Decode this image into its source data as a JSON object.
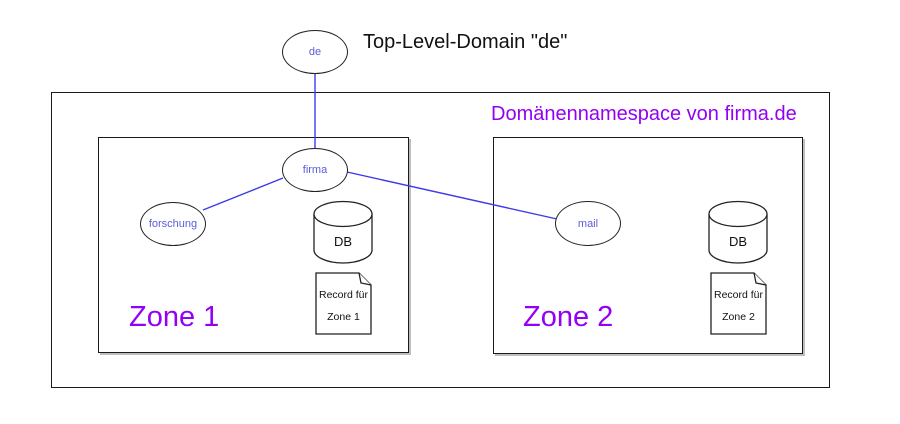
{
  "colors": {
    "node_text": "#5C5CDB",
    "connector": "#3B3BE8",
    "accent_purple": "#9400F5",
    "line_black": "#1A1A1A"
  },
  "header": {
    "tld_title": "Top-Level-Domain \"de\"",
    "namespace_title": "Domänennamespace von firma.de"
  },
  "nodes": {
    "de": {
      "label": "de"
    },
    "firma": {
      "label": "firma"
    },
    "forschung": {
      "label": "forschung"
    },
    "mail": {
      "label": "mail"
    }
  },
  "zones": {
    "zone1": {
      "label": "Zone 1",
      "db_label": "DB",
      "record_line1": "Record für",
      "record_line2": "Zone 1"
    },
    "zone2": {
      "label": "Zone 2",
      "db_label": "DB",
      "record_line1": "Record für",
      "record_line2": "Zone 2"
    }
  }
}
